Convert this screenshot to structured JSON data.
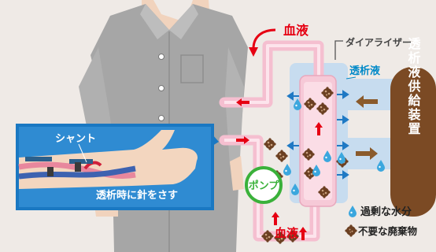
{
  "labels": {
    "blood_top": "血液",
    "blood_bottom": "血液",
    "dialyzer": "ダイアライザー",
    "dialysate": "透析液",
    "supply_device": "透析液供給装置",
    "pump": "ポンプ",
    "shunt": "シャント",
    "needle_note": "透析時に針をさす"
  },
  "legend": {
    "items": [
      {
        "icon": "water-drop-icon",
        "label": "過剰な水分"
      },
      {
        "icon": "waste-particle-icon",
        "label": "不要な廃棄物"
      }
    ]
  },
  "colors": {
    "blood_tube": "#f5bfd0",
    "blood_text": "#e60012",
    "dialysate_text": "#0089c8",
    "dialyzer_fill": "#c7dcef",
    "supply_device": "#7b4a24",
    "pump_border": "#3ab13a",
    "inset_bg": "#1a78c2",
    "waste": "#6b3f21",
    "water_drop": "#3ba7de"
  }
}
